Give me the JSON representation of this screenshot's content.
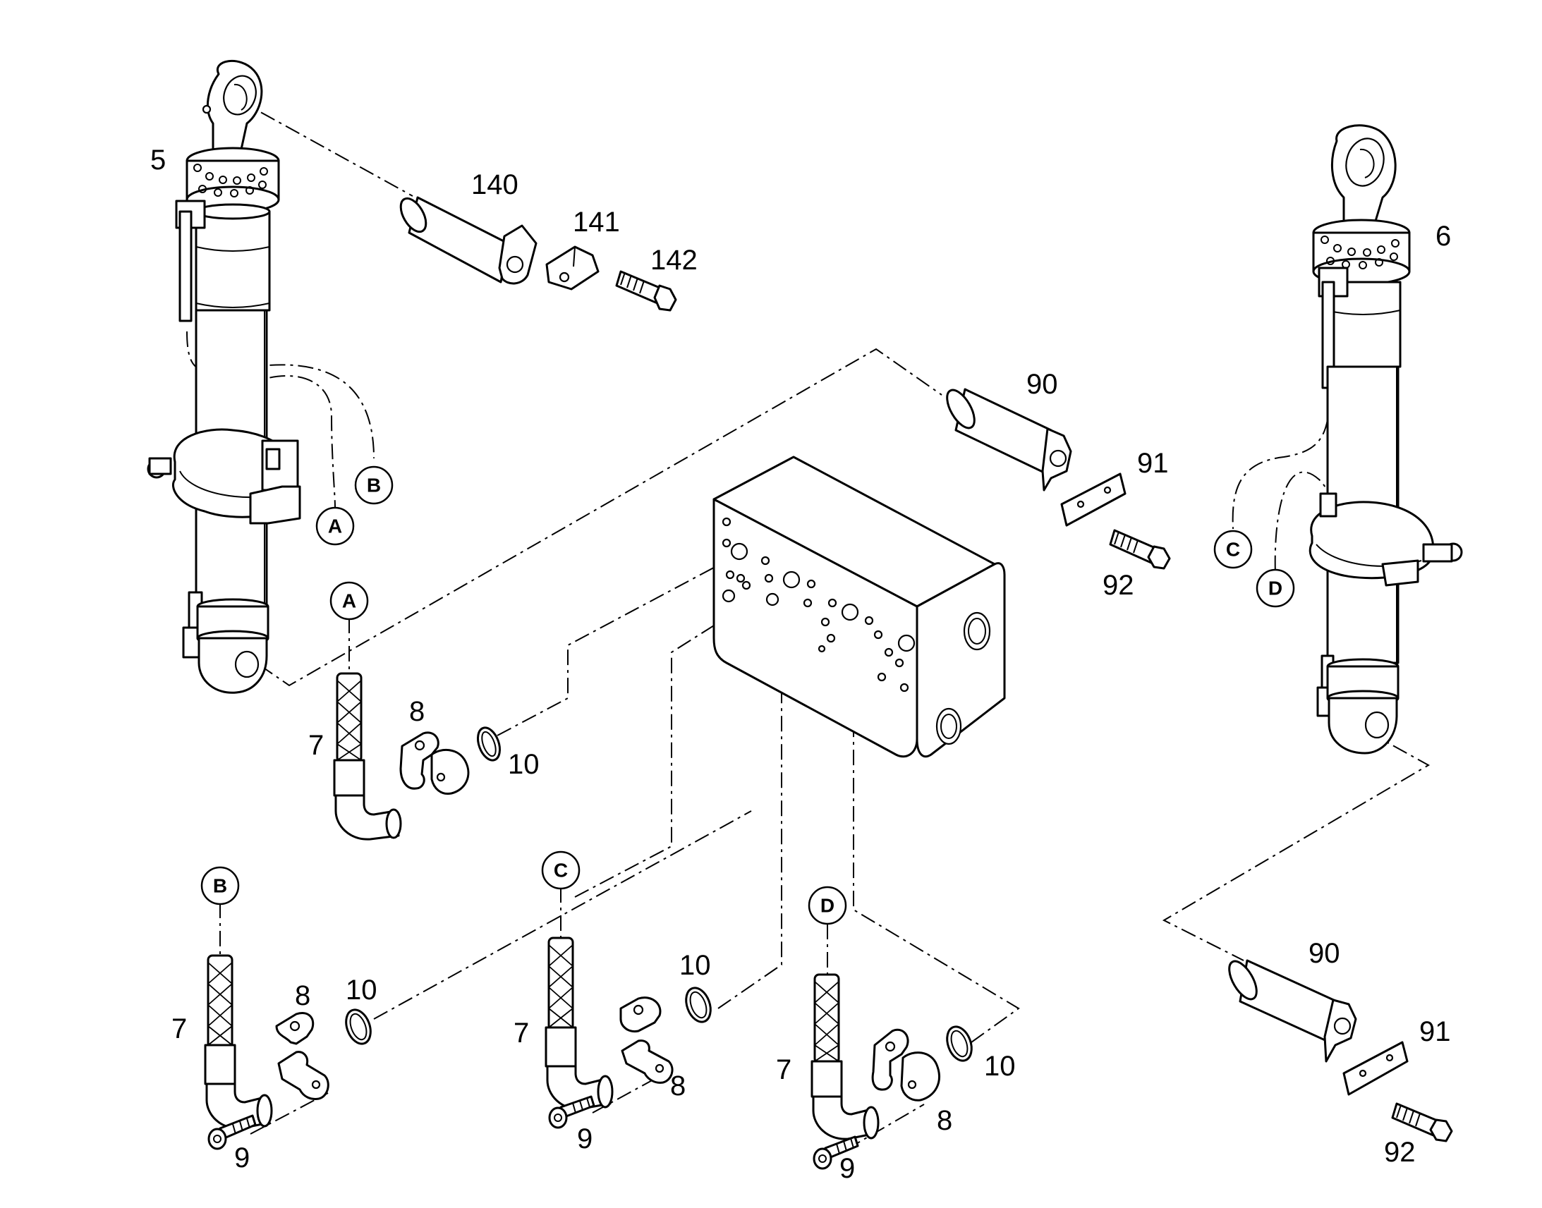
{
  "part_numbers": {
    "cyl_left": "5",
    "cyl_right": "6",
    "pin_top": "140",
    "clamp_top": "141",
    "bolt_top": "142",
    "pin_mid": "90",
    "plate_mid": "91",
    "bolt_mid": "92",
    "pin_bottom": "90",
    "plate_bottom": "91",
    "bolt_bottom": "92",
    "hose_a": "7",
    "flange_a": "8",
    "oring_a": "10",
    "hose_b": "7",
    "flange_b": "8",
    "oring_b": "10",
    "screw_b": "9",
    "hose_c": "7",
    "flange_c": "8",
    "oring_c": "10",
    "screw_c": "9",
    "hose_d": "7",
    "flange_d": "8",
    "oring_d": "10",
    "screw_d": "9"
  },
  "connection_tags": {
    "left_a": "A",
    "left_b": "B",
    "right_c": "C",
    "right_d": "D",
    "hose_a": "A",
    "hose_b": "B",
    "hose_c": "C",
    "hose_d": "D"
  },
  "colors": {
    "line": "#000000",
    "background": "#ffffff"
  }
}
